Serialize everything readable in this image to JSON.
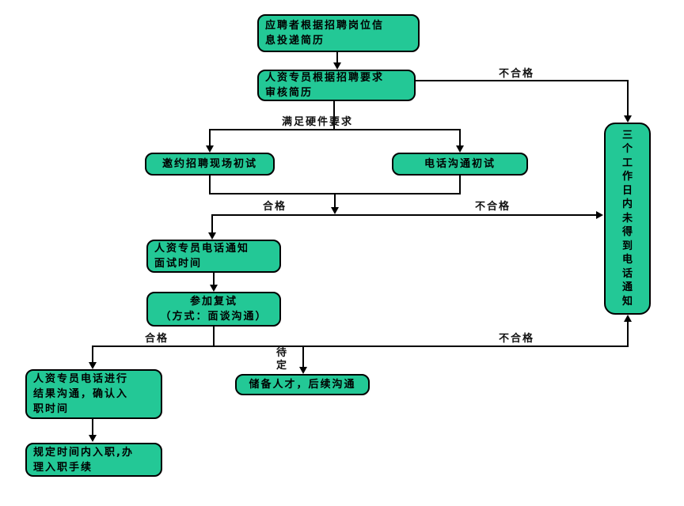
{
  "diagram": {
    "type": "flowchart",
    "language": "zh-CN",
    "colors": {
      "node_fill": "#23c896",
      "node_border": "#000000",
      "connector": "#000000",
      "background": "#ffffff",
      "text": "#000000"
    },
    "nodes": {
      "apply": {
        "label": "应聘者根据招聘岗位信\n息投递简历"
      },
      "review": {
        "label": "人资专员根据招聘要求\n审核简历"
      },
      "onsite_first": {
        "label": "邀约招聘现场初试"
      },
      "phone_first": {
        "label": "电话沟通初试"
      },
      "notify_time": {
        "label": "人资专员电话通知\n面试时间"
      },
      "second_interview": {
        "label": "参加复试\n（方式：面谈沟通）"
      },
      "result_comm": {
        "label": "人资专员电话进行\n结果沟通，确认入\n职时间"
      },
      "onboard": {
        "label": "规定时间内入职,办\n理入职手续"
      },
      "talent_pool": {
        "label": "储备人才，后续沟通"
      },
      "no_notice": {
        "label": "三个工作日内未得到电话通知"
      }
    },
    "edge_labels": {
      "unqualified_top": "不合格",
      "meets_requirements": "满足硬件要求",
      "qualified_mid": "合格",
      "unqualified_mid": "不合格",
      "qualified_bottom": "合格",
      "pending": "待定",
      "unqualified_bottom": "不合格"
    }
  }
}
